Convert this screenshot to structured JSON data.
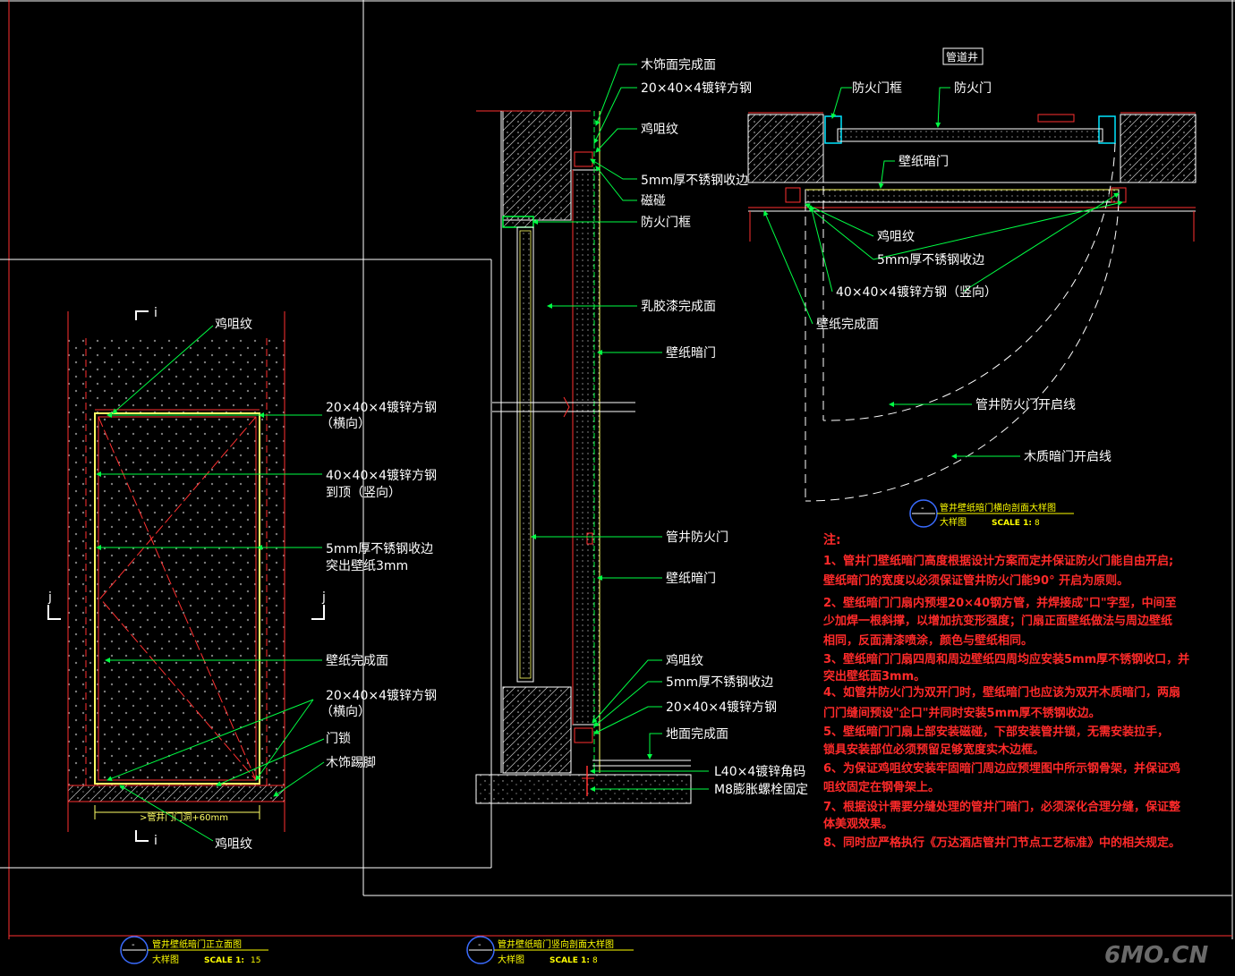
{
  "colors": {
    "background": "#000000",
    "leader": "#00ff44",
    "text": "#ffffff",
    "notes": "#ff2a2a",
    "frame_red": "#ff3030",
    "title_yellow": "#ffff00",
    "cyan": "#00e5ff"
  },
  "elevation": {
    "labels": {
      "top_ji": "鸡咀纹",
      "steel_h_top_1": "20×40×4镀锌方钢",
      "steel_h_top_2": "（横向）",
      "steel_v_1": "40×40×4镀锌方钢",
      "steel_v_2": "到顶（竖向）",
      "ss_edge_1": "5mm厚不锈钢收边",
      "ss_edge_2": "突出壁纸3mm",
      "wallpaper": "壁纸完成面",
      "steel_h_bot_1": "20×40×4镀锌方钢",
      "steel_h_bot_2": "（横向）",
      "lock": "门锁",
      "skirting": "木饰踢脚",
      "bottom_ji": "鸡咀纹",
      "dim": ">管井门门洞+60mm"
    },
    "section_marks": {
      "i_top": "i",
      "i_bottom": "i",
      "j_left": "j",
      "j_right": "j"
    },
    "title": {
      "code": "-",
      "name": "管井壁纸暗门正立面图",
      "sub": "大样图",
      "scale_label": "SCALE 1:",
      "scale_value": "15"
    }
  },
  "vertical_section": {
    "labels": {
      "wood_face": "木饰面完成面",
      "steel_20": "20×40×4镀锌方钢",
      "ji_top": "鸡咀纹",
      "ss_top": "5mm厚不锈钢收边",
      "magnet": "磁碰",
      "fire_frame": "防火门框",
      "latex": "乳胶漆完成面",
      "hidden_door_1": "壁纸暗门",
      "shaft_door": "管井防火门",
      "hidden_door_2": "壁纸暗门",
      "ji_bottom": "鸡咀纹",
      "ss_bottom": "5mm厚不锈钢收边",
      "steel_bottom": "20×40×4镀锌方钢",
      "floor": "地面完成面",
      "angle": "L40×4镀锌角码",
      "bolt": "M8膨胀螺栓固定"
    },
    "title": {
      "code": "-",
      "name": "管井壁纸暗门竖向剖面大样图",
      "sub": "大样图",
      "scale_label": "SCALE 1:",
      "scale_value": "8"
    }
  },
  "horizontal_section": {
    "labels": {
      "shaft": "管道井",
      "fire_frame": "防火门框",
      "fire_door": "防火门",
      "hidden_door": "壁纸暗门",
      "ji": "鸡咀纹",
      "ss": "5mm厚不锈钢收边",
      "steel_40": "40×40×4镀锌方钢（竖向）",
      "wallpaper": "壁纸完成面",
      "fire_swing": "管井防火门开启线",
      "wood_swing": "木质暗门开启线"
    },
    "title": {
      "code": "-",
      "name": "管井壁纸暗门横向剖面大样图",
      "sub": "大样图",
      "scale_label": "SCALE 1:",
      "scale_value": "8"
    }
  },
  "notes": {
    "heading": "注:",
    "lines": [
      "1、管井门壁纸暗门高度根据设计方案而定并保证防火门能自由开启;",
      "壁纸暗门的宽度以必须保证管井防火门能90° 开启为原则。",
      "2、壁纸暗门门扇内预埋20×40钢方管，并焊接成\"口\"字型，中间至",
      "少加焊一根斜撑，以增加抗变形强度；门扇正面壁纸做法与周边壁纸",
      "相同，反面清漆喷涂，颜色与壁纸相同。",
      "3、壁纸暗门门扇四周和周边壁纸四周均应安装5mm厚不锈钢收口，并",
      "突出壁纸面3mm。",
      "4、如管井防火门为双开门时，壁纸暗门也应该为双开木质暗门，两扇",
      "门门缝间预设\"企口\"并同时安装5mm厚不锈钢收边。",
      "5、壁纸暗门门扇上部安装磁碰，下部安装管井锁，无需安装拉手，",
      "锁具安装部位必须预留足够宽度实木边框。",
      "6、为保证鸡咀纹安装牢固暗门周边应预埋图中所示钢骨架，并保证鸡",
      "咀纹固定在钢骨架上。",
      "7、根据设计需要分缝处理的管井门暗门，必须深化合理分缝，保证整",
      "体美观效果。",
      "8、同时应严格执行《万达酒店管井门节点工艺标准》中的相关规定。"
    ]
  },
  "watermark": "6MO.CN"
}
